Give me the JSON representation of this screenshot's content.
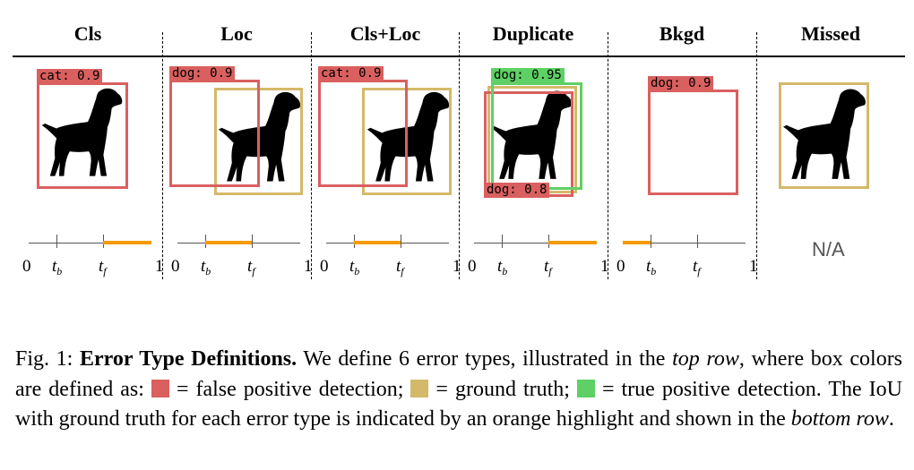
{
  "columns": [
    {
      "title": "Cls"
    },
    {
      "title": "Loc"
    },
    {
      "title": "Cls+Loc"
    },
    {
      "title": "Duplicate"
    },
    {
      "title": "Bkgd"
    },
    {
      "title": "Missed"
    }
  ],
  "colors": {
    "false_positive": "#d9605f",
    "ground_truth": "#d4b96a",
    "true_positive": "#5fd065",
    "iou_highlight": "#f59a00"
  },
  "boxes": {
    "cls": {
      "fp_label": "cat: 0.9"
    },
    "loc": {
      "fp_label": "dog: 0.9"
    },
    "clsloc": {
      "fp_label": "cat: 0.9"
    },
    "duplicate": {
      "tp_label": "dog: 0.95",
      "fp_label": "dog: 0.8"
    },
    "bkgd": {
      "fp_label": "dog: 0.9"
    }
  },
  "axis_labels": {
    "zero": "0",
    "tb": "t",
    "tb_sub": "b",
    "tf": "t",
    "tf_sub": "f",
    "one": "1"
  },
  "iou_highlight": [
    {
      "range": "tf-1"
    },
    {
      "range": "tb-tf"
    },
    {
      "range": "tb-tf"
    },
    {
      "range": "tf-1"
    },
    {
      "range": "0-tb"
    },
    null
  ],
  "missed_na": "N/A",
  "caption": {
    "fig": "Fig. 1: ",
    "title": "Error Type Definitions.",
    "t1": " We define 6 error types, illustrated in the ",
    "e1": "top row",
    "t2": ", where box colors are defined as: ",
    "eq1": " = false positive detection; ",
    "eq2": " = ground truth; ",
    "eq3": " = true positive detection. The IoU with ground truth for each error type is indicated by an orange highlight and shown in the ",
    "e2": "bottom row",
    "t3": "."
  }
}
